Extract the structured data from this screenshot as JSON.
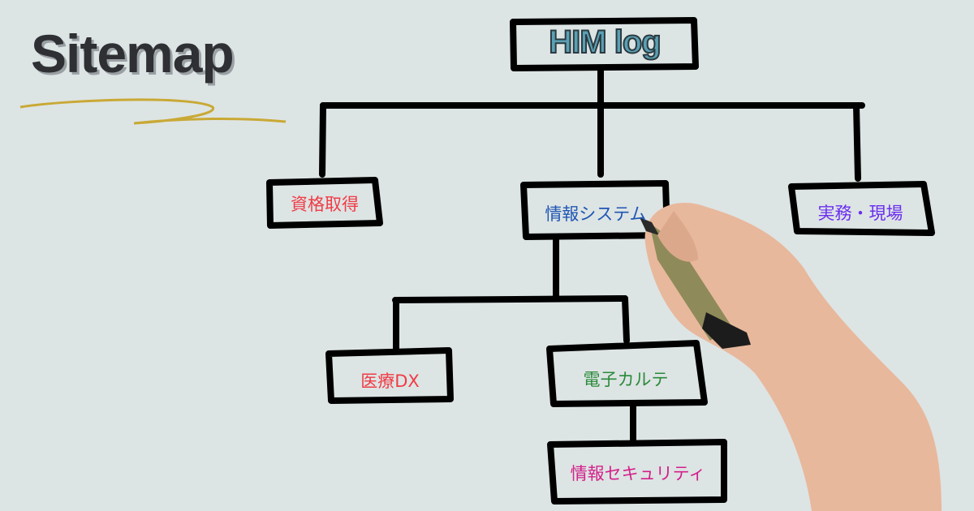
{
  "heading": "Sitemap",
  "root": "HIM log",
  "nodes": {
    "qualification": {
      "label": "資格取得",
      "color": "#f03c46"
    },
    "info_system": {
      "label": "情報システム",
      "color": "#1e56b4"
    },
    "practice": {
      "label": "実務・現場",
      "color": "#6a2ef0"
    },
    "medical_dx": {
      "label": "医療DX",
      "color": "#f03c46"
    },
    "ehr": {
      "label": "電子カルテ",
      "color": "#2a8a3a"
    },
    "security": {
      "label": "情報セキュリティ",
      "color": "#d4208a"
    }
  }
}
